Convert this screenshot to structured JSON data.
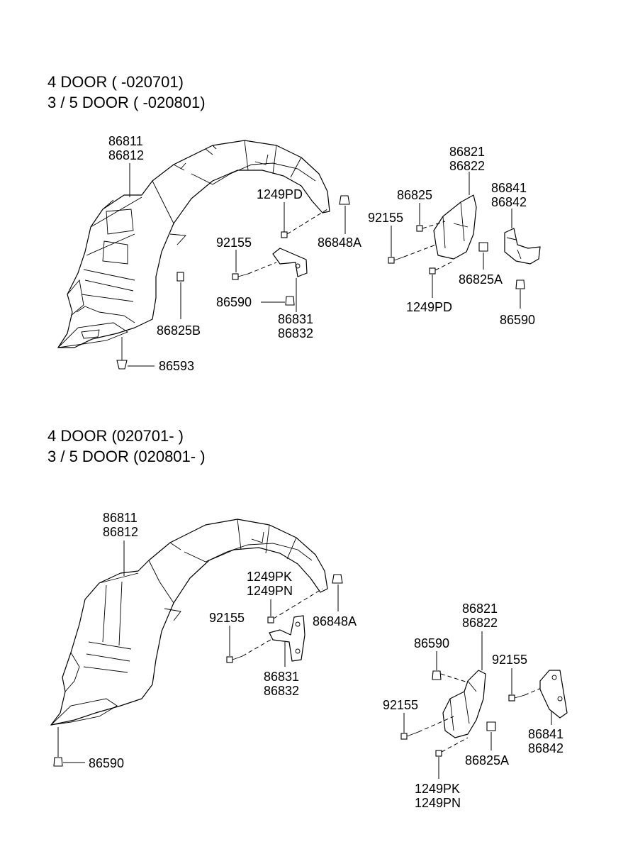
{
  "sections": [
    {
      "header": [
        "4 DOOR  ( -020701)",
        "3 / 5 DOOR ( -020801)"
      ],
      "labels": {
        "liner_a": "86811",
        "liner_b": "86812",
        "bolt_pd": "1249PD",
        "clip_848a": "86848A",
        "screw_92155_a": "92155",
        "nut_86590_a": "86590",
        "brk_86831": "86831",
        "brk_86832": "86832",
        "clip_825b": "86825B",
        "pin_86593": "86593",
        "mud_86821": "86821",
        "mud_86822": "86822",
        "clip_86825": "86825",
        "screw_92155_b": "92155",
        "bolt_pd_b": "1249PD",
        "clip_825a": "86825A",
        "mud_86841": "86841",
        "mud_86842": "86842",
        "nut_86590_b": "86590"
      }
    },
    {
      "header": [
        "4 DOOR  (020701- )",
        "3 / 5 DOOR (020801- )"
      ],
      "labels": {
        "liner_a": "86811",
        "liner_b": "86812",
        "bolt_pk": "1249PK",
        "bolt_pn": "1249PN",
        "clip_848a": "86848A",
        "screw_92155_a": "92155",
        "brk_86831": "86831",
        "brk_86832": "86832",
        "nut_86590_a": "86590",
        "mud_86821": "86821",
        "mud_86822": "86822",
        "nut_86590_b": "86590",
        "screw_92155_b": "92155",
        "screw_92155_c": "92155",
        "brk_86841": "86841",
        "brk_86842": "86842",
        "clip_825a": "86825A",
        "bolt_pk_b": "1249PK",
        "bolt_pn_b": "1249PN"
      }
    }
  ]
}
